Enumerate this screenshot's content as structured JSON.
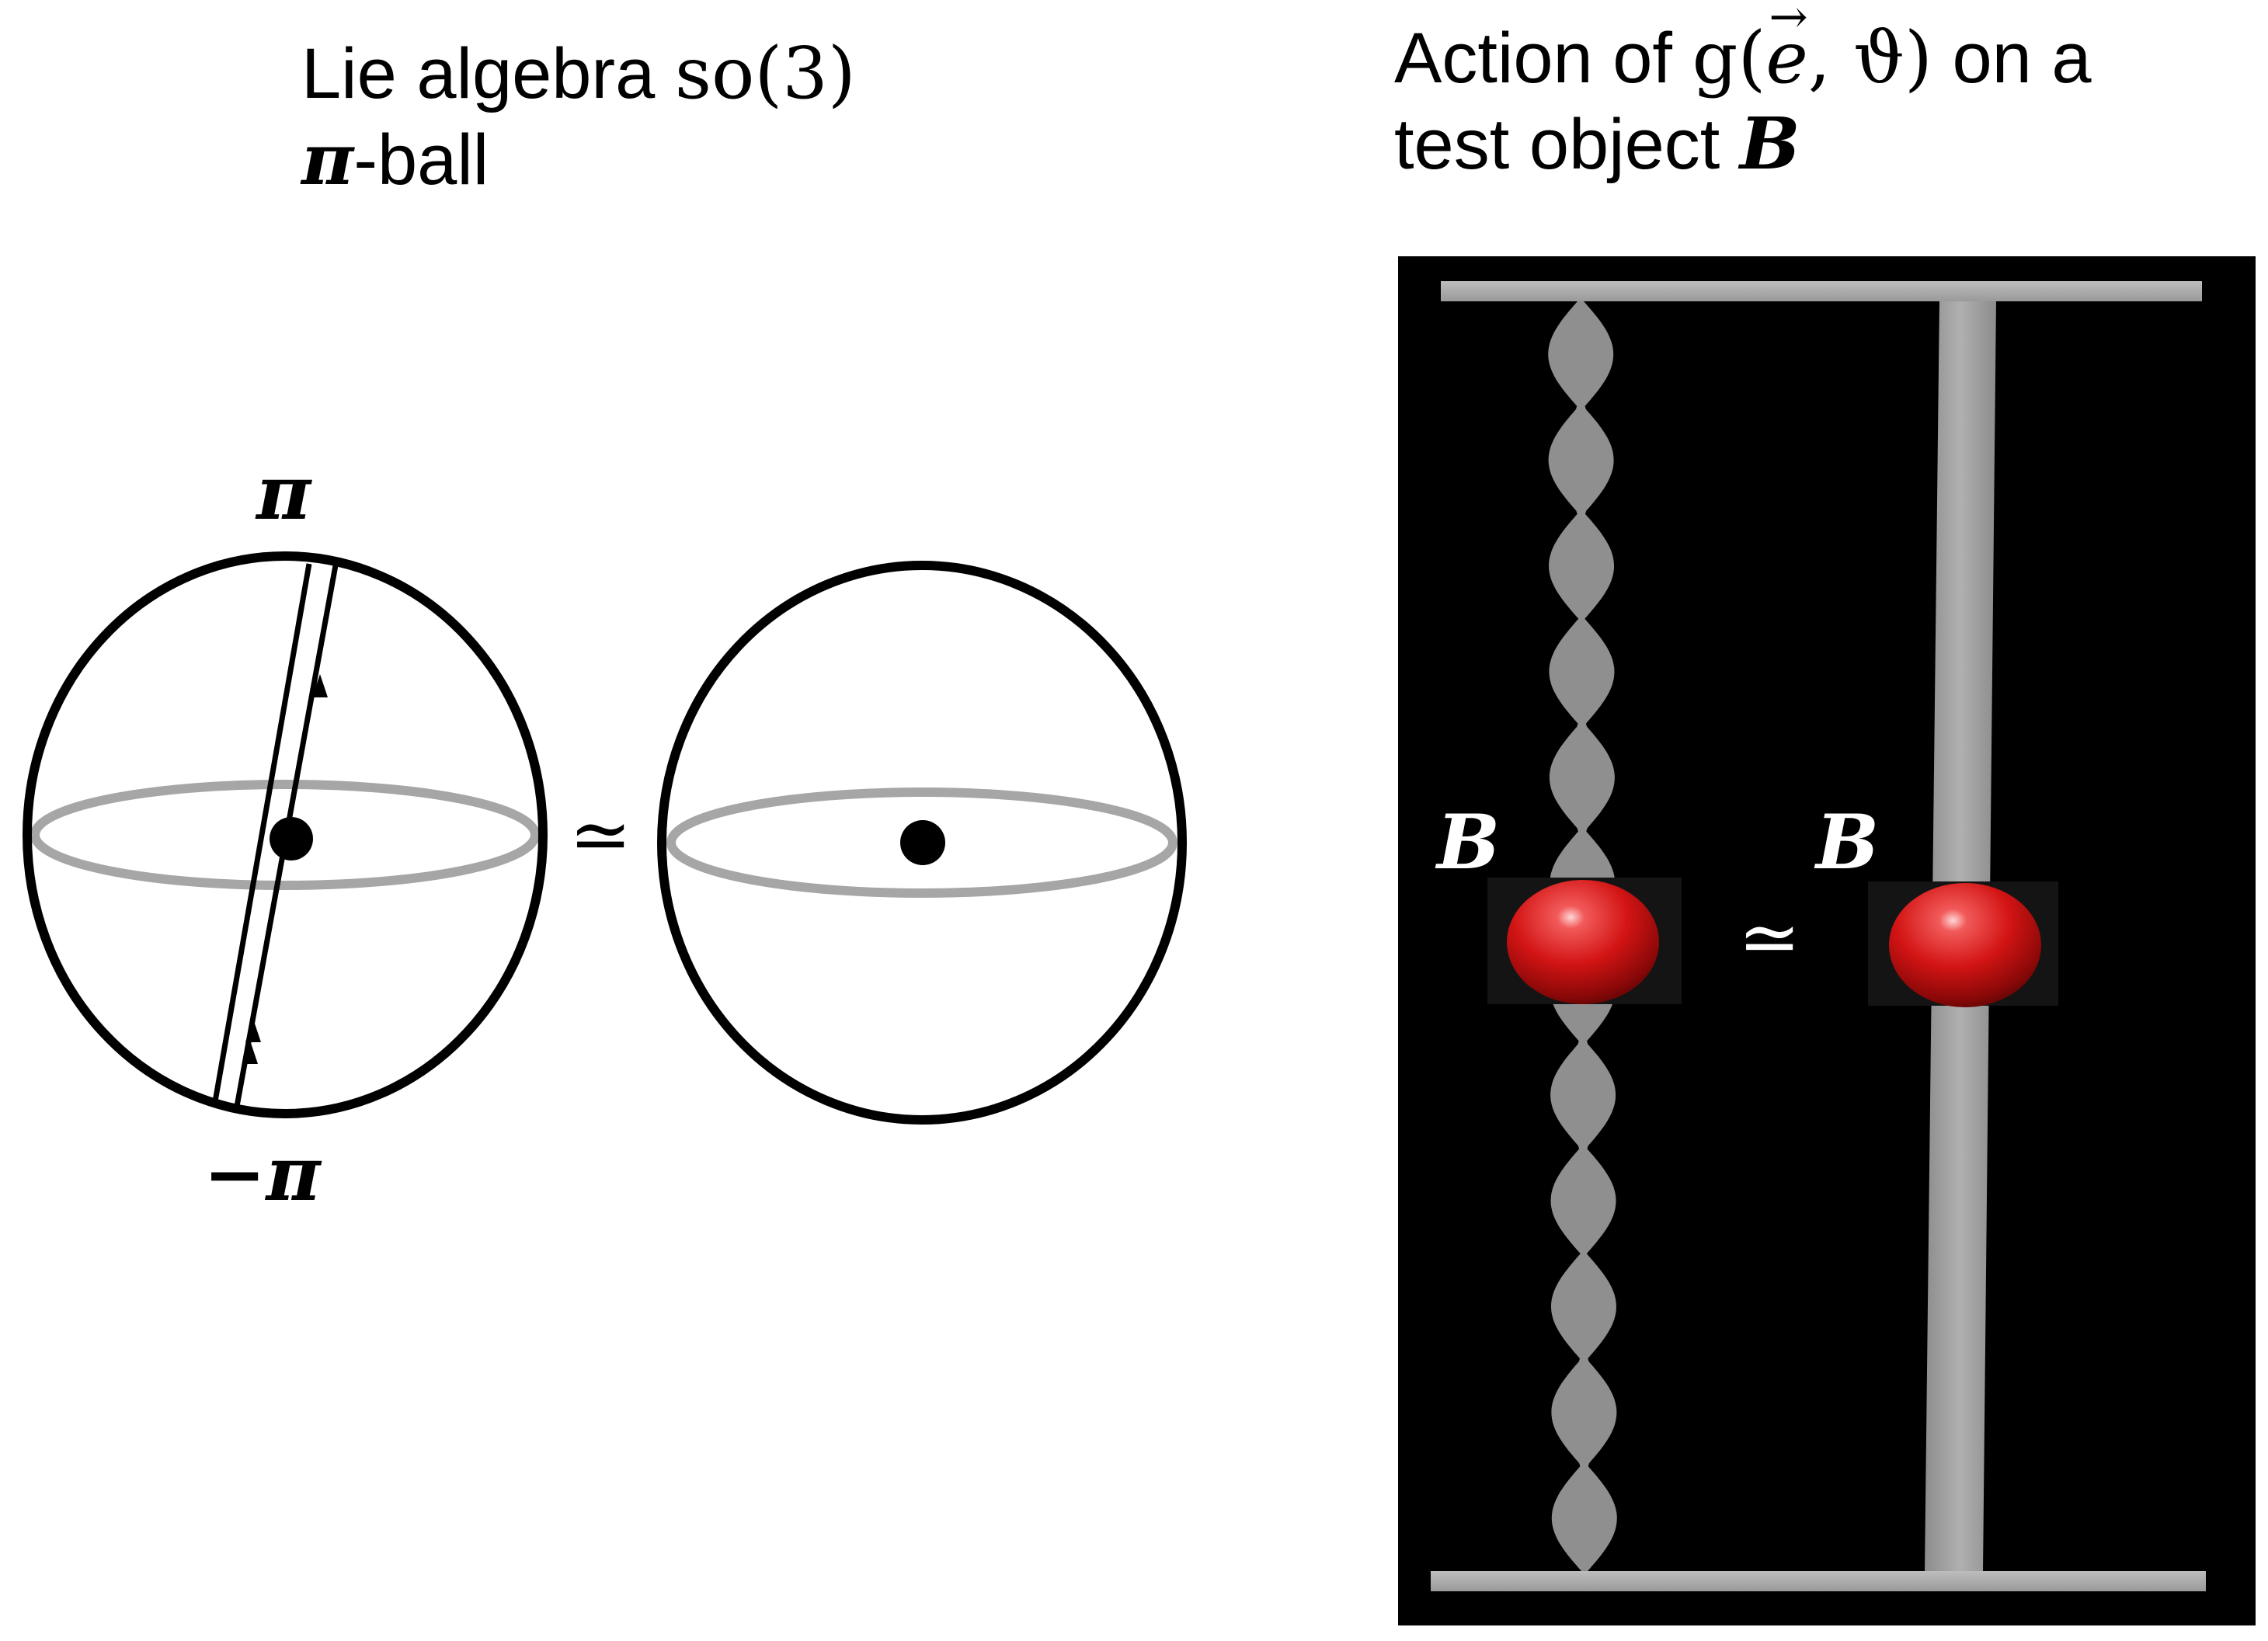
{
  "left_panel": {
    "title_line1_prefix": "Lie algebra",
    "title_line1_math": "so(3)",
    "title_line2_math": "π",
    "title_line2_suffix": "-ball",
    "top_label": "π",
    "bottom_label": "−π",
    "equiv_symbol": "≃"
  },
  "right_panel": {
    "title_line1_prefix": "Action of",
    "title_line1_math_g": "g(",
    "title_line1_math_e": "e",
    "title_line1_math_vec": "→",
    "title_line1_math_rest": ", ϑ)",
    "title_line1_suffix": "on a",
    "title_line2_prefix": "test object",
    "title_line2_math": "B",
    "object_label_left": "B",
    "object_label_right": "B",
    "equiv_symbol": "≃"
  },
  "colors": {
    "background": "#ffffff",
    "stroke": "#000000",
    "equator": "#a6a6a6",
    "panel_bg": "#000000",
    "ribbon": "#999999",
    "sphere_red": "#d61414"
  }
}
